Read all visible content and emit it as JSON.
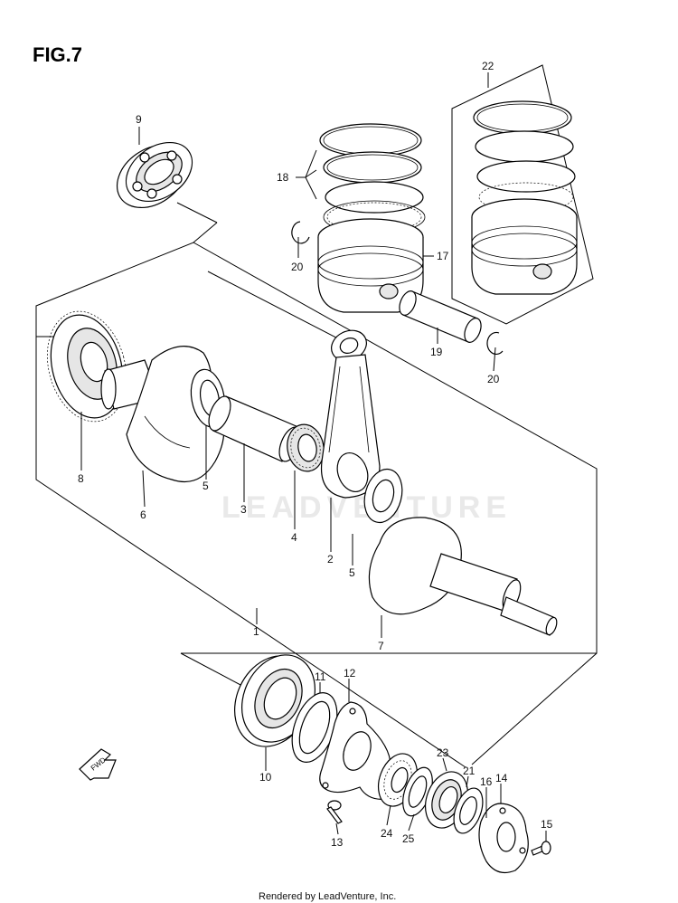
{
  "figure": {
    "title": "FIG.7",
    "watermark": "LEADVENTURE",
    "footer": "Rendered by LeadVenture, Inc.",
    "fwd_label": "FWD"
  },
  "callouts": {
    "c1": "1",
    "c2": "2",
    "c3": "3",
    "c4": "4",
    "c5a": "5",
    "c5b": "5",
    "c6": "6",
    "c7": "7",
    "c8": "8",
    "c9": "9",
    "c10": "10",
    "c11": "11",
    "c12": "12",
    "c13": "13",
    "c14": "14",
    "c15": "15",
    "c16": "16",
    "c17": "17",
    "c18": "18",
    "c19": "19",
    "c20a": "20",
    "c20b": "20",
    "c21": "21",
    "c22": "22",
    "c23": "23",
    "c24": "24",
    "c25": "25"
  }
}
